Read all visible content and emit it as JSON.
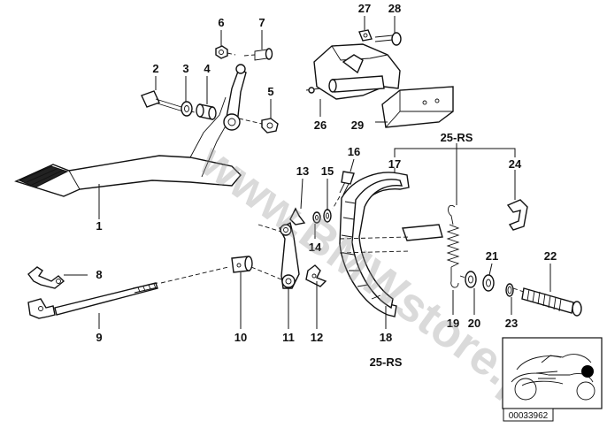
{
  "diagram": {
    "labels": {
      "p1": "1",
      "p2": "2",
      "p3": "3",
      "p4": "4",
      "p5": "5",
      "p6": "6",
      "p7": "7",
      "p8": "8",
      "p9": "9",
      "p10": "10",
      "p11": "11",
      "p12": "12",
      "p13": "13",
      "p14": "14",
      "p15": "15",
      "p16": "16",
      "p17": "17",
      "p18": "18",
      "p19": "19",
      "p20": "20",
      "p21": "21",
      "p22": "22",
      "p23": "23",
      "p24": "24",
      "p26": "26",
      "p27": "27",
      "p28": "28",
      "p29": "29",
      "rs_top": "25-RS",
      "rs_bottom": "25-RS"
    },
    "watermark": "www.BMWstore.pl",
    "reference_code": "00033962"
  }
}
